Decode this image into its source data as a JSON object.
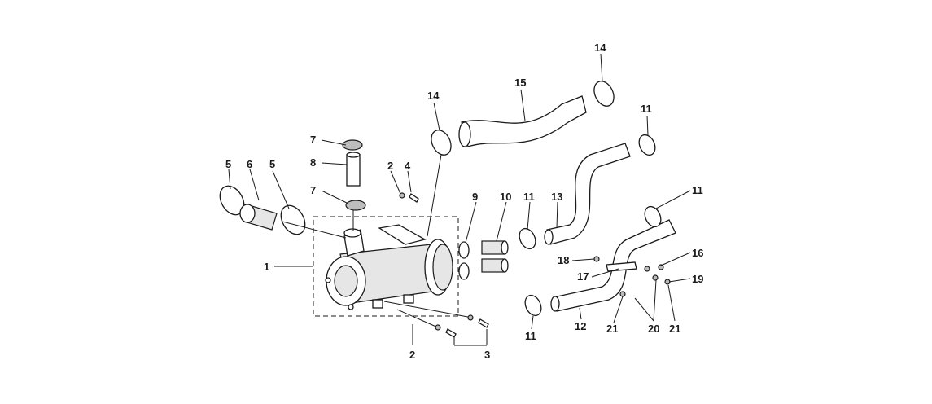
{
  "diagram": {
    "callouts": {
      "c1": "1",
      "c2a": "2",
      "c2b": "2",
      "c3": "3",
      "c4": "4",
      "c5a": "5",
      "c5b": "5",
      "c6": "6",
      "c7a": "7",
      "c7b": "7",
      "c8": "8",
      "c9": "9",
      "c10": "10",
      "c11a": "11",
      "c11b": "11",
      "c11c": "11",
      "c11d": "11",
      "c12": "12",
      "c13": "13",
      "c14a": "14",
      "c14b": "14",
      "c15": "15",
      "c16": "16",
      "c17": "17",
      "c18": "18",
      "c19": "19",
      "c20": "20",
      "c21a": "21",
      "c21b": "21"
    }
  }
}
